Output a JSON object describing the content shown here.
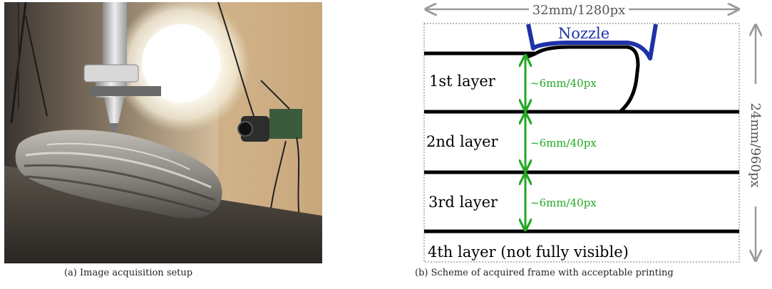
{
  "figure_a": {
    "caption": "(a) Image acquisition setup"
  },
  "figure_b": {
    "caption": "(b) Scheme of acquired frame with acceptable printing",
    "width_label": "32mm/1280px",
    "height_label": "24mm/960px",
    "nozzle_label": "Nozzle",
    "layers": [
      {
        "label": "1st layer",
        "spacing_label": "~6mm/40px"
      },
      {
        "label": "2nd layer",
        "spacing_label": "~6mm/40px"
      },
      {
        "label": "3rd layer",
        "spacing_label": "~6mm/40px"
      },
      {
        "label": "4th layer (not fully visible)"
      }
    ]
  },
  "colors": {
    "nozzle": "#1e32a8",
    "dimension_arrows": "#9a9a9a",
    "layer_spacing": "#22a822",
    "layer_lines": "#000000"
  }
}
